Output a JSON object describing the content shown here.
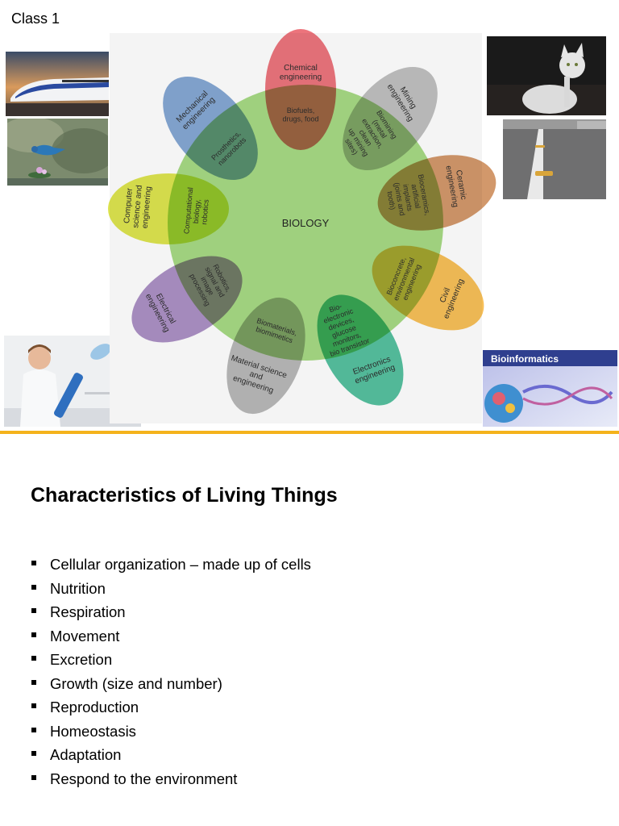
{
  "class_label": "Class 1",
  "diagram": {
    "center_label": "BIOLOGY",
    "petals": [
      {
        "name": "chemical",
        "outer": [
          "Chemical",
          "engineering"
        ],
        "overlap": [
          "Biofuels,",
          "drugs, food"
        ],
        "color": "#e8555f"
      },
      {
        "name": "mining",
        "outer": [
          "Mining",
          "engineering"
        ],
        "overlap": [
          "Biomining",
          "(metal",
          "extraction,",
          "clean",
          "up mining",
          "sites)"
        ],
        "color": "#b1b1b1"
      },
      {
        "name": "ceramic",
        "outer": [
          "Ceramic",
          "engineering"
        ],
        "overlap": [
          "Bioceramics,",
          "artificial",
          "implants",
          "(joints and",
          "tooth)"
        ],
        "color": "#c8814a"
      },
      {
        "name": "civil",
        "outer": [
          "Civil",
          "engineering"
        ],
        "overlap": [
          "Bioconcrete,",
          "environmental",
          "engineering"
        ],
        "color": "#f6b133"
      },
      {
        "name": "electronics",
        "outer": [
          "Electronics",
          "engineering"
        ],
        "overlap": [
          "Bio-",
          "electronic",
          "devices,",
          "glucose",
          "monitors,",
          "bio transistor"
        ],
        "color": "#2fb48a"
      },
      {
        "name": "material",
        "outer": [
          "Material science",
          "and",
          "engineering"
        ],
        "overlap": [
          "Biomaterials,",
          "biomimetics"
        ],
        "color": "#a9a9a9"
      },
      {
        "name": "electrical",
        "outer": [
          "Electrical",
          "engineering"
        ],
        "overlap": [
          "Robotics,",
          "signal and",
          "image",
          "processing"
        ],
        "color": "#9a78b8"
      },
      {
        "name": "computer",
        "outer": [
          "Computer",
          "science and",
          "engineering"
        ],
        "overlap": [
          "Computational",
          "biology,",
          "robotics"
        ],
        "color": "#d6de26"
      },
      {
        "name": "mechanical",
        "outer": [
          "Mechanical",
          "engineering"
        ],
        "overlap": [
          "Prosthetics,",
          "nanorobots"
        ],
        "color": "#6a93c9"
      }
    ],
    "center_color": "#9fd07e"
  },
  "images": {
    "bioinformatics_banner": "Bioinformatics"
  },
  "slide": {
    "title": "Characteristics of Living Things",
    "bullets": [
      "Cellular organization – made up of cells",
      "Nutrition",
      "Respiration",
      "Movement",
      "Excretion",
      "Growth (size and number)",
      "Reproduction",
      "Homeostasis",
      "Adaptation",
      "Respond to the environment"
    ]
  },
  "colors": {
    "accent_rule": "#f4b21b"
  }
}
